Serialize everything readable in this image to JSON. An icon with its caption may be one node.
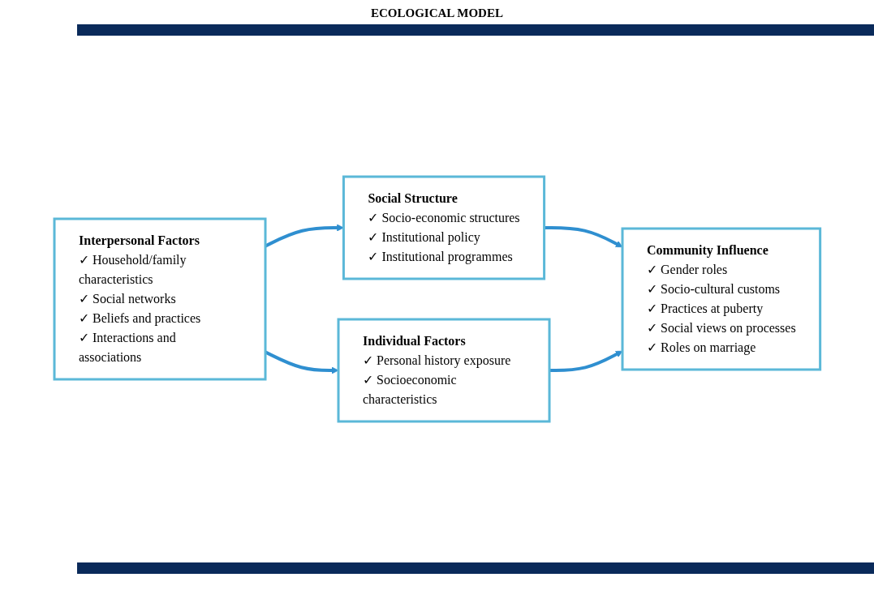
{
  "diagram": {
    "title": "ECOLOGICAL MODEL",
    "nodes": [
      {
        "text": [
          "Social Structure",
          "✓ Socio-economic structures",
          "✓ Institutional policy",
          "✓ Institutional programmes"
        ]
      },
      {
        "text": [
          "Community Influence",
          "✓ Gender roles",
          "✓ Socio-cultural customs",
          "✓ Practices at puberty",
          "✓ Social views on processes",
          "✓ Roles on marriage"
        ]
      },
      {
        "text": [
          "Interpersonal Factors",
          "✓ Household/family characteristics",
          "✓ Social networks",
          "✓ Beliefs and practices",
          "✓ Interactions and associations"
        ]
      },
      {
        "text": [
          "Individual Factors",
          "✓ Personal history exposure",
          "✓ Socioeconomic characteristics"
        ]
      }
    ],
    "edges": [
      {
        "from": 2,
        "to": 0,
        "arrow": "to"
      },
      {
        "from": 0,
        "to": 1,
        "arrow": "to"
      },
      {
        "from": 3,
        "to": 1,
        "arrow": "to"
      },
      {
        "from": 2,
        "to": 3,
        "arrow": "to"
      }
    ]
  }
}
